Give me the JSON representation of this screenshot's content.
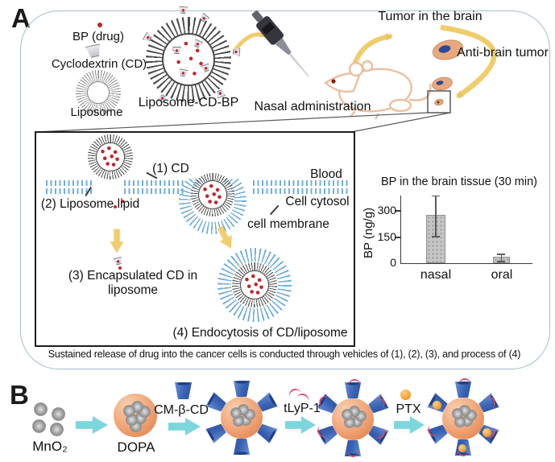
{
  "panel_a": {
    "label": "A",
    "legend": {
      "bp_drug": "BP (drug)",
      "cyclodextrin": "Cyclodextrin (CD)",
      "liposome": "Liposome"
    },
    "liposome_cd_bp_label": "Liposome-CD-BP",
    "nasal_administration_label": "Nasal administration",
    "tumor_in_brain_label": "Tumor in the brain",
    "anti_brain_tumor_label": "Anti-brain tumor",
    "inset": {
      "step1": "(1) CD",
      "blood": "Blood",
      "step2": "(2) Liposome lipid",
      "cell_cytosol": "Cell cytosol",
      "cell_membrane": "cell membrane",
      "step3_line1": "(3) Encapsulated CD in",
      "step3_line2": "liposome",
      "step4": "(4) Endocytosis of CD/liposome"
    },
    "caption": "Sustained release of drug into the cancer cells is conducted through vehicles of (1), (2), (3), and process of (4)"
  },
  "chart_data": {
    "type": "bar",
    "title": "BP in the brain tissue (30 min)",
    "ylabel": "BP (ng/g)",
    "xlabel": "",
    "categories": [
      "nasal",
      "oral"
    ],
    "values": [
      270,
      30
    ],
    "errors": [
      120,
      25
    ],
    "yticks": [
      "0",
      "150",
      "300"
    ],
    "ylim": [
      0,
      390
    ],
    "grid": false,
    "legend_position": "none",
    "bar_color": "#c6c6c6"
  },
  "panel_b": {
    "label": "B",
    "mno2": "MnO₂",
    "dopa": "DOPA",
    "cm_b_cd": "CM-β-CD",
    "tlyp1": "tLyP-1",
    "ptx": "PTX"
  },
  "colors": {
    "panel_border": "#a6bdc7",
    "membrane_blue": "#74aed8",
    "liposome_gray": "#4a4a4a",
    "drug_red": "#c0272d",
    "arrow_yellow": "#f0cc6a",
    "arrow_cyan": "#7ed6dd",
    "mouse_outline": "#ecbf9e",
    "brain_tissue": "#e8a87d",
    "tumor_blue": "#2b4a9b",
    "cup_blue": "#3a63b4",
    "peptide_red": "#d44a6a",
    "ptx_orange": "#f2992f"
  }
}
